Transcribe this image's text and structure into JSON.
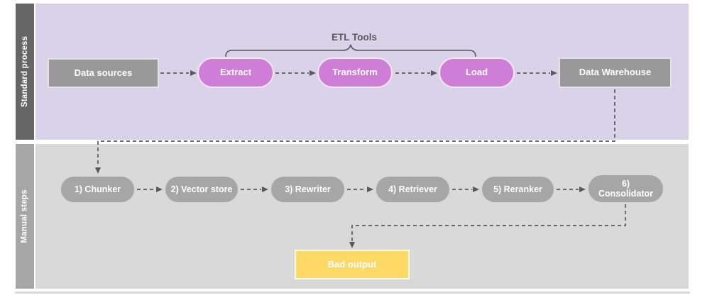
{
  "diagram": {
    "lanes": {
      "standard": {
        "label": "Standard process"
      },
      "manual": {
        "label": "Manual steps"
      }
    },
    "annotation": {
      "etl_tools_label": "ETL Tools"
    },
    "nodes": {
      "data_sources": {
        "label": "Data sources"
      },
      "extract": {
        "label": "Extract"
      },
      "transform": {
        "label": "Transform"
      },
      "load": {
        "label": "Load"
      },
      "data_warehouse": {
        "label": "Data Warehouse"
      },
      "chunker": {
        "label": "1) Chunker"
      },
      "vector_store": {
        "label": "2) Vector store"
      },
      "rewriter": {
        "label": "3) Rewriter"
      },
      "retriever": {
        "label": "4) Retriever"
      },
      "reranker": {
        "label": "5) Reranker"
      },
      "consolidator": {
        "label": "6) Consolidator"
      },
      "bad_output": {
        "label": "Bad output"
      }
    },
    "flow_order": [
      "Data sources",
      "Extract",
      "Transform",
      "Load",
      "Data Warehouse",
      "1) Chunker",
      "2) Vector store",
      "3) Rewriter",
      "4) Retriever",
      "5) Reranker",
      "6) Consolidator",
      "Bad output"
    ],
    "colors": {
      "lane_standard_bg": "#d9d2e9",
      "lane_manual_bg": "#d9d9d9",
      "lane_standard_bar": "#666666",
      "lane_manual_bar": "#a6a6a6",
      "process_box": "#999999",
      "etl_pill": "#cf7ed8",
      "manual_pill": "#a6a6a6",
      "bad_output_box": "#ffd966",
      "connector": "#595959"
    }
  }
}
